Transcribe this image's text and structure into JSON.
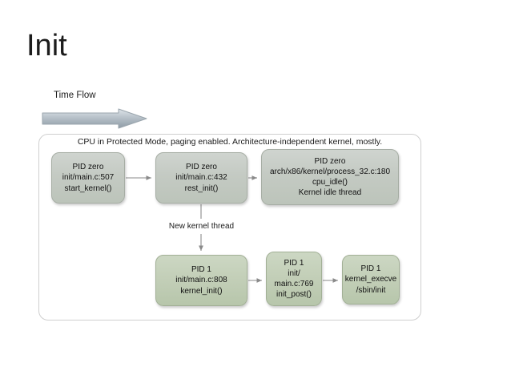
{
  "slide": {
    "title": "Init"
  },
  "time_flow": {
    "label": "Time Flow",
    "arrow_icon": "right-arrow-icon",
    "gradient_top": "#d8dde2",
    "gradient_bottom": "#8d9aa4"
  },
  "diagram": {
    "header": "CPU in Protected Mode, paging enabled. Architecture-independent kernel, mostly.",
    "border_color": "#cfcfcf",
    "connector_color": "#8a8a8a",
    "node_fill_gray": "#c4cac3",
    "node_fill_green": "#c3cfb8",
    "nodes": [
      {
        "id": "start-kernel",
        "style": "gray",
        "lines": [
          "PID zero",
          "init/main.c:507",
          "start_kernel()"
        ]
      },
      {
        "id": "rest-init",
        "style": "gray",
        "lines": [
          "PID zero",
          "init/main.c:432",
          "rest_init()"
        ]
      },
      {
        "id": "cpu-idle",
        "style": "gray",
        "lines": [
          "PID zero",
          "arch/x86/kernel/process_32.c:180",
          "cpu_idle()",
          "Kernel idle thread"
        ]
      },
      {
        "id": "kernel-init",
        "style": "green",
        "lines": [
          "PID 1",
          "init/main.c:808",
          "kernel_init()"
        ]
      },
      {
        "id": "init-post",
        "style": "green",
        "lines": [
          "PID 1",
          "init/",
          "main.c:769",
          "init_post()"
        ]
      },
      {
        "id": "kernel-execve",
        "style": "green",
        "lines": [
          "PID 1",
          "kernel_execve",
          "/sbin/init"
        ]
      }
    ],
    "connector_label": "New kernel thread"
  }
}
